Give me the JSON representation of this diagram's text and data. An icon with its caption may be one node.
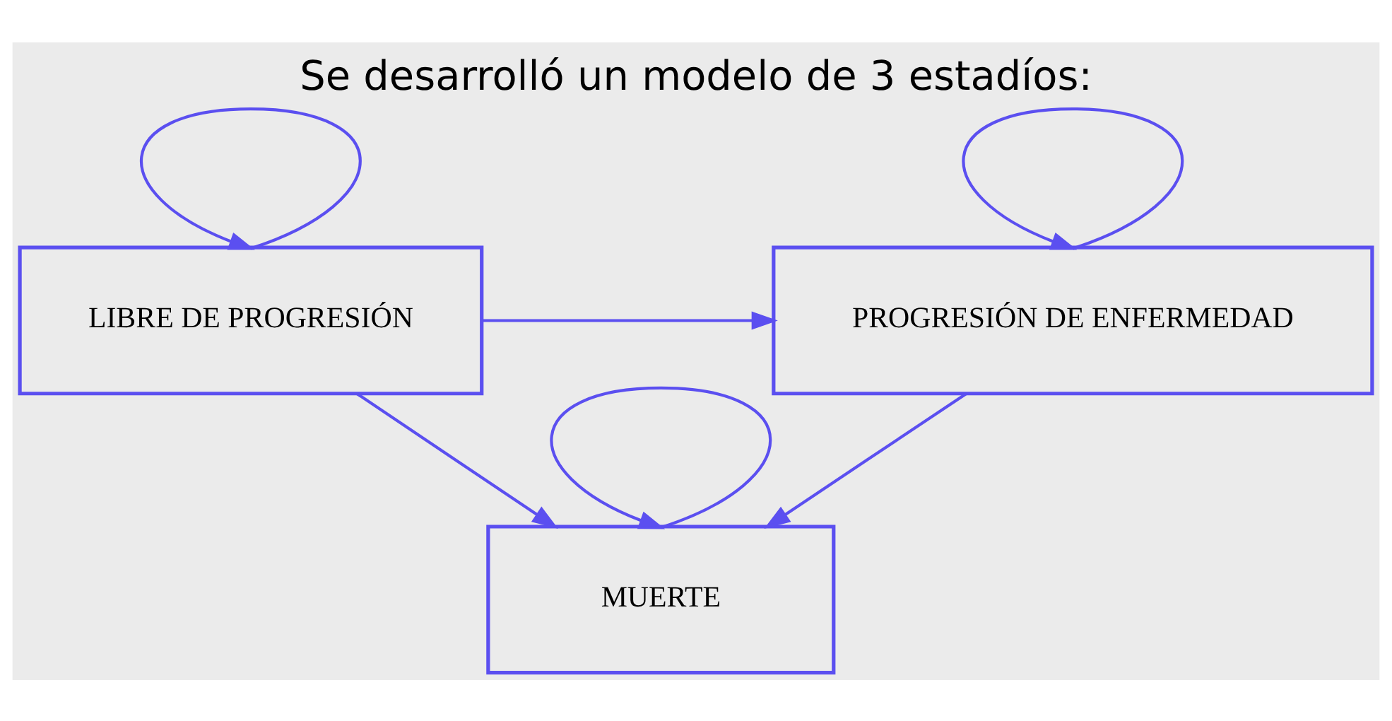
{
  "diagram": {
    "title": "Se desarrolló un modelo de 3 estadíos:",
    "nodes": [
      {
        "text": [
          "LIBRE DE PROGRESIÓN"
        ]
      },
      {
        "text": [
          "PROGRESIÓN DE ENFERMEDAD"
        ]
      },
      {
        "text": [
          "MUERTE"
        ]
      }
    ],
    "edges": [
      {
        "from": 0,
        "to": 0,
        "arrow": "to"
      },
      {
        "from": 1,
        "to": 1,
        "arrow": "to"
      },
      {
        "from": 0,
        "to": 1,
        "arrow": "to"
      },
      {
        "from": 0,
        "to": 2,
        "arrow": "to"
      },
      {
        "from": 1,
        "to": 2,
        "arrow": "to"
      },
      {
        "from": 2,
        "to": 2,
        "arrow": "to"
      }
    ]
  }
}
